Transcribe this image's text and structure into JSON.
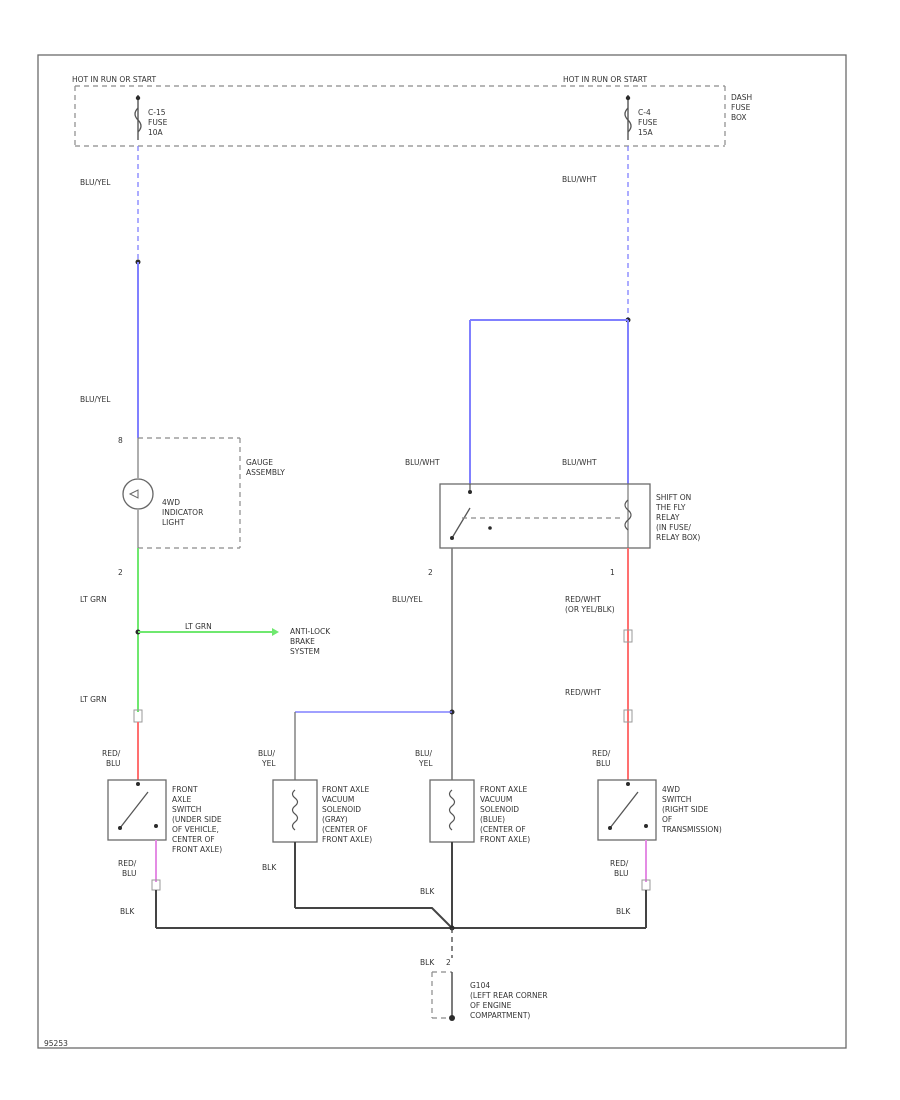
{
  "colors": {
    "blu": "#8080ff",
    "grn": "#6fe86f",
    "red": "#ff7070",
    "pnk": "#e48ce4",
    "gry": "#7a7a7a",
    "blk": "#444444",
    "frame": "#6b6b6b"
  },
  "fuse_box": {
    "left_header": "HOT IN RUN OR START",
    "right_header": "HOT IN RUN OR START",
    "fuse_left": [
      "C-15",
      "FUSE",
      "10A"
    ],
    "fuse_right": [
      "C-4",
      "FUSE",
      "15A"
    ],
    "box_label": [
      "DASH",
      "FUSE",
      "BOX"
    ]
  },
  "wires": {
    "blu_yel_top": "BLU/YEL",
    "blu_wht_top": "BLU/WHT",
    "blu_yel_mid": "BLU/YEL",
    "blu_wht_left": "BLU/WHT",
    "blu_wht_right": "BLU/WHT",
    "lt_grn_upper": "LT GRN",
    "lt_grn_branch": "LT GRN",
    "lt_grn_lower": "LT GRN",
    "blu_yel_relay": "BLU/YEL",
    "red_wht_upper": [
      "RED/WHT",
      "(OR YEL/BLK)"
    ],
    "red_wht_lower": "RED/WHT",
    "red_blu_1": [
      "RED/",
      "BLU"
    ],
    "blu_yel_sol1": [
      "BLU/",
      "YEL"
    ],
    "blu_yel_sol2": [
      "BLU/",
      "YEL"
    ],
    "red_blu_4": [
      "RED/",
      "BLU"
    ],
    "red_blu_1b": [
      "RED/",
      "BLU"
    ],
    "red_blu_4b": [
      "RED/",
      "BLU"
    ],
    "blk_left": "BLK",
    "blk_sol1": "BLK",
    "blk_sol2": "BLK",
    "blk_right": "BLK",
    "blk_ground": "BLK"
  },
  "pins": {
    "gauge_top": "8",
    "gauge_bottom": "2",
    "relay_left": "2",
    "relay_right": "1",
    "ground": "2"
  },
  "components": {
    "gauge": [
      "GAUGE",
      "ASSEMBLY"
    ],
    "indicator": [
      "4WD",
      "INDICATOR",
      "LIGHT"
    ],
    "relay": [
      "SHIFT ON",
      "THE FLY",
      "RELAY",
      "(IN FUSE/",
      "RELAY BOX)"
    ],
    "abs": [
      "ANTI-LOCK",
      "BRAKE",
      "SYSTEM"
    ],
    "switch_front": [
      "FRONT",
      "AXLE",
      "SWITCH",
      "(UNDER SIDE",
      "OF VEHICLE,",
      "CENTER OF",
      "FRONT AXLE)"
    ],
    "solenoid_gray": [
      "FRONT AXLE",
      "VACUUM",
      "SOLENOID",
      "(GRAY)",
      "(CENTER OF",
      "FRONT AXLE)"
    ],
    "solenoid_blue": [
      "FRONT AXLE",
      "VACUUM",
      "SOLENOID",
      "(BLUE)",
      "(CENTER OF",
      "FRONT AXLE)"
    ],
    "switch_4wd": [
      "4WD",
      "SWITCH",
      "(RIGHT SIDE",
      "OF",
      "TRANSMISSION)"
    ],
    "ground": [
      "G104",
      "(LEFT REAR CORNER",
      "OF ENGINE",
      "COMPARTMENT)"
    ]
  },
  "footer": {
    "code": "95253"
  }
}
